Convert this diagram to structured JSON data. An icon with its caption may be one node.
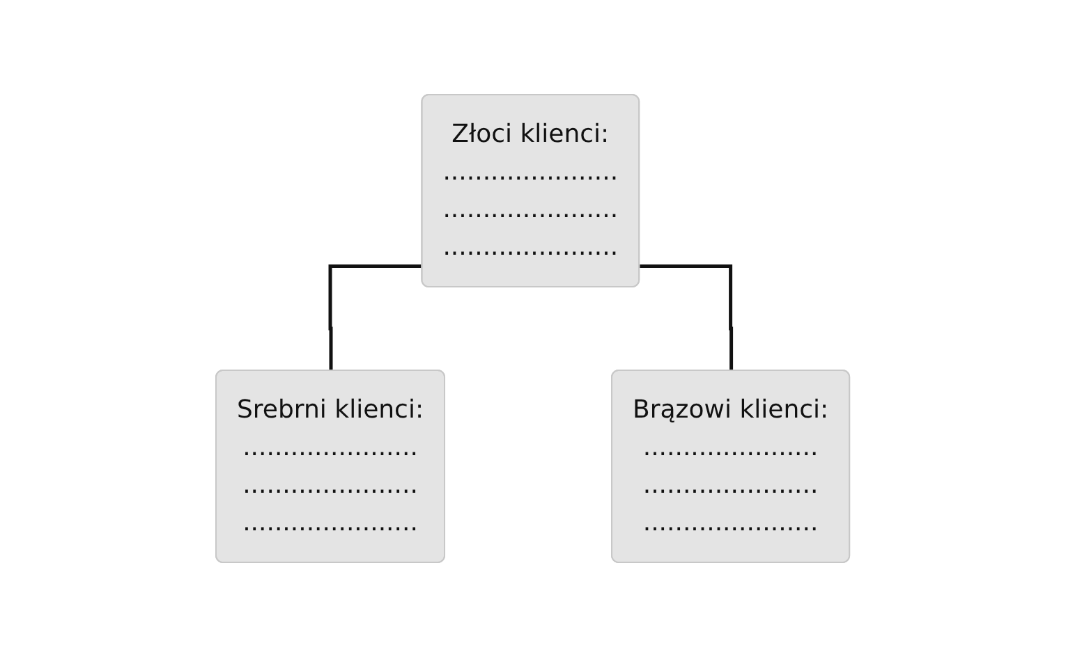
{
  "diagram": {
    "nodes": [
      {
        "text": [
          "Złoci klienci:",
          "......................",
          "......................",
          "......................"
        ]
      },
      {
        "text": [
          "Srebrni klienci:",
          "......................",
          "......................",
          "......................"
        ]
      },
      {
        "text": [
          "Brązowi klienci:",
          "......................",
          "......................",
          "......................"
        ]
      }
    ],
    "edges": [
      {
        "from": 0,
        "to": 1,
        "arrow": "none"
      },
      {
        "from": 0,
        "to": 2,
        "arrow": "none"
      }
    ]
  }
}
